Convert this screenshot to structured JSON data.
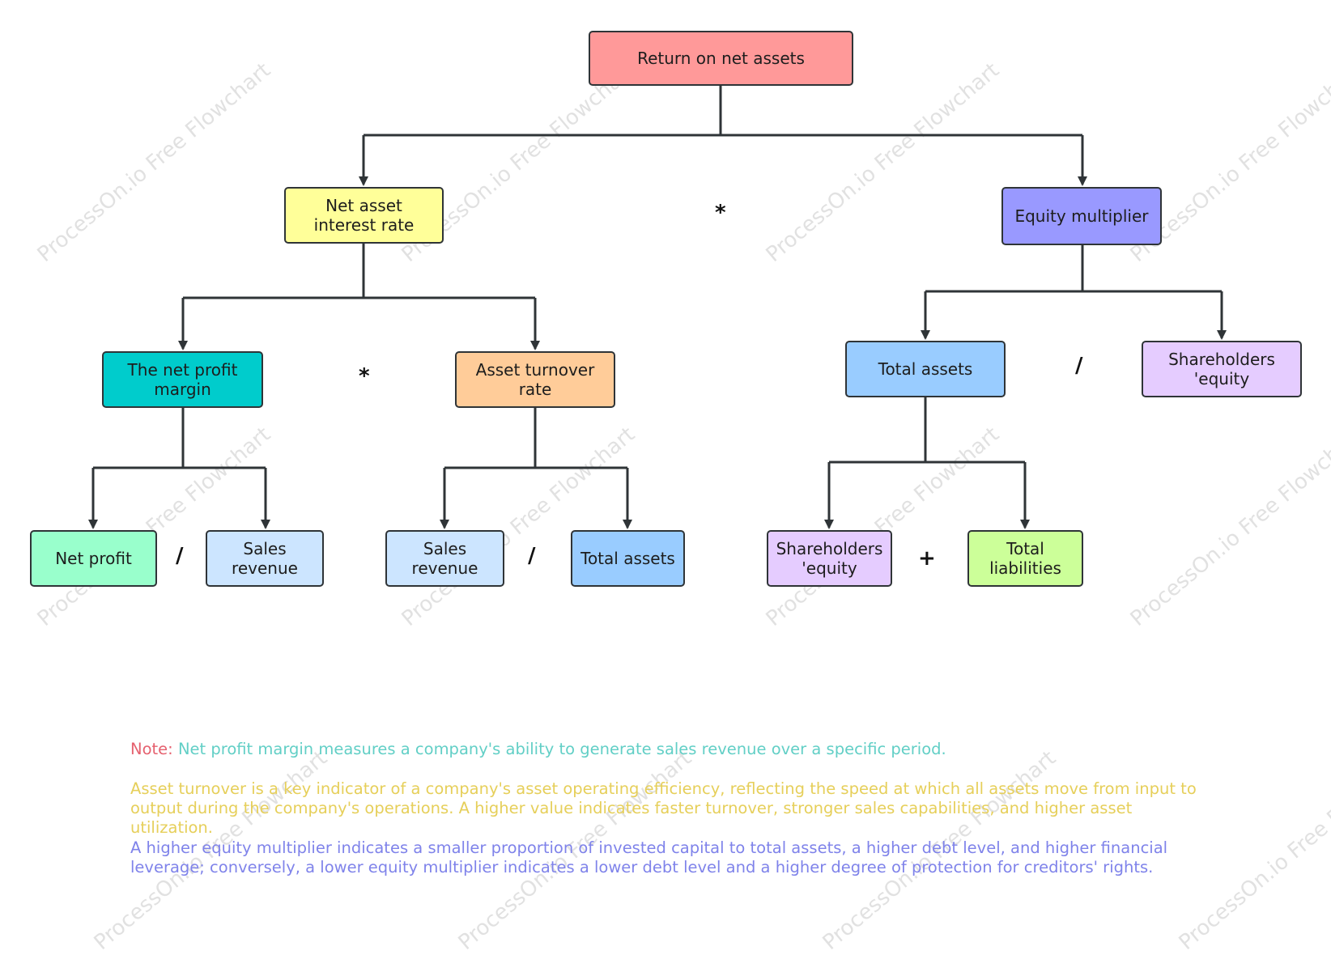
{
  "watermark": "ProcessOn.io Free Flowchart",
  "nodes": {
    "root": "Return on net assets",
    "net_asset_interest_rate": "Net asset interest rate",
    "equity_multiplier": "Equity multiplier",
    "net_profit_margin": "The net profit margin",
    "asset_turnover_rate": "Asset turnover rate",
    "total_assets": "Total assets",
    "shareholders_equity": "Shareholders 'equity",
    "net_profit": "Net profit",
    "sales_revenue_1": "Sales revenue",
    "sales_revenue_2": "Sales revenue",
    "total_assets_2": "Total assets",
    "shareholders_equity_2": "Shareholders 'equity",
    "total_liabilities": "Total liabilities"
  },
  "operators": {
    "root_multiply": "*",
    "rate_multiply": "*",
    "multiplier_divide": "/",
    "margin_divide": "/",
    "turnover_divide": "/",
    "assets_plus": "+"
  },
  "colors": {
    "root": "#ff9999",
    "net_asset_interest_rate": "#ffff99",
    "equity_multiplier": "#9999ff",
    "net_profit_margin": "#00cccc",
    "asset_turnover_rate": "#ffcc99",
    "total_assets": "#99ccff",
    "shareholders_equity": "#e5ccff",
    "net_profit": "#99ffcc",
    "sales_revenue": "#cce5ff",
    "total_liabilities": "#ccff99"
  },
  "notes": {
    "label": "Note:",
    "net_profit_margin": "Net profit margin measures a company's ability to generate sales revenue over a specific period.",
    "asset_turnover": "Asset turnover is a key indicator of a company's asset operating efficiency, reflecting the speed at which all assets move from input to output during the company's operations. A higher value indicates faster turnover, stronger sales capabilities, and higher asset utilization.",
    "equity_multiplier": "A higher equity multiplier indicates a smaller proportion of invested capital to total assets, a higher debt level, and higher financial leverage; conversely, a lower equity multiplier indicates a lower debt level and a higher degree of protection for creditors' rights."
  }
}
